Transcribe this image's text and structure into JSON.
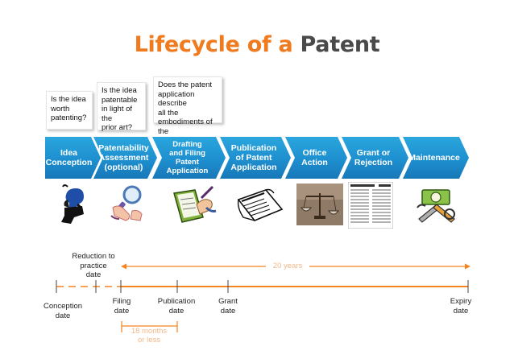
{
  "title": {
    "part1": "Lifecycle of a",
    "part2": "Patent"
  },
  "questions": [
    "Is the idea\nworth\npatenting?",
    "Is the idea\npatentable\nin light of\nthe\nprior art?",
    "Does the patent\napplication describe\nall the\nembodiments of the\ninvention?"
  ],
  "stages": [
    "Idea\nConception",
    "Patentability\nAssessment\n(optional)",
    "Drafting\nand Filing\nPatent\nApplication",
    "Publication\nof Patent\nApplication",
    "Office\nAction",
    "Grant or\nRejection",
    "Maintenance"
  ],
  "illustrations": [
    "person-thinking-icon",
    "magnifying-glass-icon",
    "writing-document-icon",
    "newspaper-icon",
    "scales-icon",
    "patent-document-icon",
    "tools-icon"
  ],
  "timeline": {
    "reduction_label": "Reduction to\npractice\ndate",
    "span_20": "20 years",
    "span_18": "18 months\nor less",
    "points": {
      "conception": "Conception\ndate",
      "filing": "Filing\ndate",
      "publication": "Publication\ndate",
      "grant": "Grant\ndate",
      "expiry": "Expiry\ndate"
    }
  },
  "colors": {
    "title_orange": "#f07a1e",
    "title_gray": "#4a4a4a",
    "stage_blue": "#1e8fcf",
    "timeline_orange": "#f5831f"
  }
}
